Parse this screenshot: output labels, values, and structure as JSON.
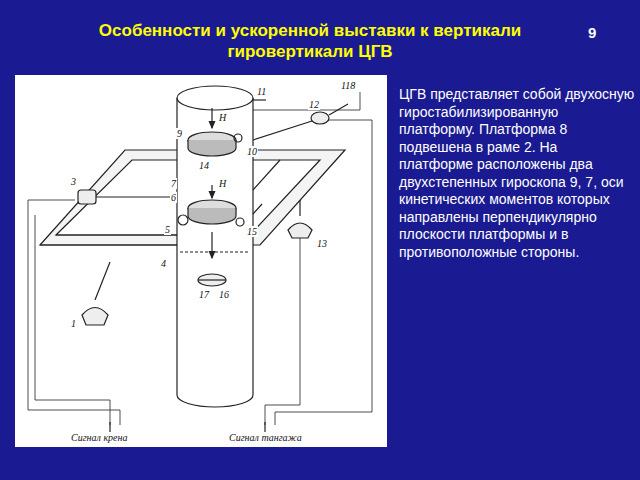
{
  "diagram": {
    "title": "Особенности и ускоренной выставки к вертикали гировертикали ЦГВ",
    "labels": [
      "9",
      "ЦГВ представляет собой двухосную гиростабилизированную платформу. Платформа 8 подвешена в раме 2. На платформе расположены два двухстепенных гироскопа 9, 7, оси кинетических моментов которых направлены перпендикулярно плоскости платформы и в противоположные стороны.",
      "H",
      "11",
      "12",
      "118",
      "10",
      "9",
      "14",
      "3",
      "H",
      "7",
      "6",
      "5",
      "15",
      "4",
      "13",
      "17",
      "16",
      "1",
      "Сигнал крена",
      "Сигнал тангажа"
    ]
  }
}
